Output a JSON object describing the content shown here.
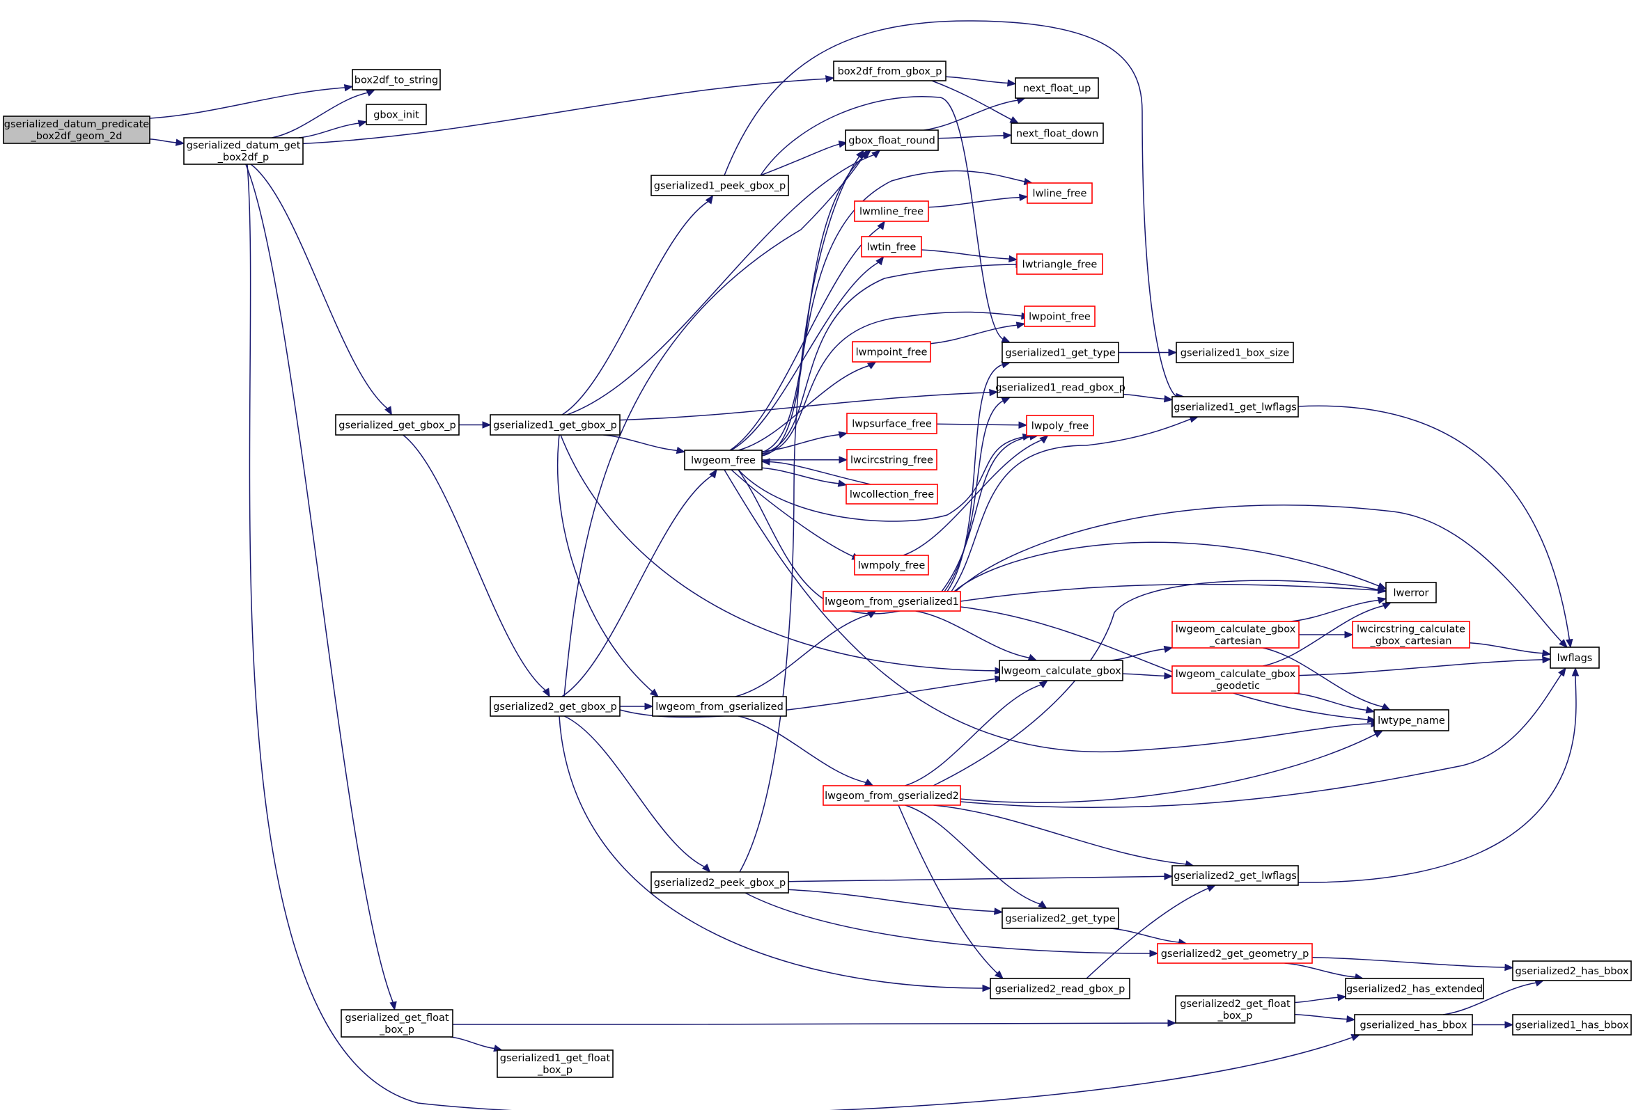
{
  "diagram": {
    "colors": {
      "edge": "#191970",
      "node_border": "#000000",
      "node_border_truncated": "#ff0000",
      "root_fill": "#bfbfbf",
      "node_fill": "#ffffff"
    },
    "nodes": [
      {
        "id": "root",
        "lines": [
          "gserialized_datum_predicate",
          "_box2df_geom_2d"
        ],
        "root": true
      },
      {
        "id": "box2df_to_string",
        "lines": [
          "box2df_to_string"
        ]
      },
      {
        "id": "gserialized_datum_get_box2df_p",
        "lines": [
          "gserialized_datum_get",
          "_box2df_p"
        ]
      },
      {
        "id": "gbox_init",
        "lines": [
          "gbox_init"
        ]
      },
      {
        "id": "box2df_from_gbox_p",
        "lines": [
          "box2df_from_gbox_p"
        ]
      },
      {
        "id": "next_float_up",
        "lines": [
          "next_float_up"
        ]
      },
      {
        "id": "next_float_down",
        "lines": [
          "next_float_down"
        ]
      },
      {
        "id": "gbox_float_round",
        "lines": [
          "gbox_float_round"
        ]
      },
      {
        "id": "gserialized1_peek_gbox_p",
        "lines": [
          "gserialized1_peek_gbox_p"
        ]
      },
      {
        "id": "lwline_free",
        "lines": [
          "lwline_free"
        ],
        "truncated": true
      },
      {
        "id": "lwmline_free",
        "lines": [
          "lwmline_free"
        ],
        "truncated": true
      },
      {
        "id": "lwtin_free",
        "lines": [
          "lwtin_free"
        ],
        "truncated": true
      },
      {
        "id": "lwtriangle_free",
        "lines": [
          "lwtriangle_free"
        ],
        "truncated": true
      },
      {
        "id": "lwpoint_free",
        "lines": [
          "lwpoint_free"
        ],
        "truncated": true
      },
      {
        "id": "lwmpoint_free",
        "lines": [
          "lwmpoint_free"
        ],
        "truncated": true
      },
      {
        "id": "gserialized1_get_type",
        "lines": [
          "gserialized1_get_type"
        ]
      },
      {
        "id": "gserialized1_box_size",
        "lines": [
          "gserialized1_box_size"
        ]
      },
      {
        "id": "gserialized1_read_gbox_p",
        "lines": [
          "gserialized1_read_gbox_p"
        ]
      },
      {
        "id": "gserialized1_get_lwflags",
        "lines": [
          "gserialized1_get_lwflags"
        ]
      },
      {
        "id": "gserialized_get_gbox_p",
        "lines": [
          "gserialized_get_gbox_p"
        ]
      },
      {
        "id": "gserialized1_get_gbox_p",
        "lines": [
          "gserialized1_get_gbox_p"
        ]
      },
      {
        "id": "lwpsurface_free",
        "lines": [
          "lwpsurface_free"
        ],
        "truncated": true
      },
      {
        "id": "lwpoly_free",
        "lines": [
          "lwpoly_free"
        ],
        "truncated": true
      },
      {
        "id": "lwgeom_free",
        "lines": [
          "lwgeom_free"
        ]
      },
      {
        "id": "lwcircstring_free",
        "lines": [
          "lwcircstring_free"
        ],
        "truncated": true
      },
      {
        "id": "lwcollection_free",
        "lines": [
          "lwcollection_free"
        ],
        "truncated": true
      },
      {
        "id": "lwmpoly_free",
        "lines": [
          "lwmpoly_free"
        ],
        "truncated": true
      },
      {
        "id": "lwgeom_from_gserialized1",
        "lines": [
          "lwgeom_from_gserialized1"
        ],
        "truncated": true
      },
      {
        "id": "lwerror",
        "lines": [
          "lwerror"
        ]
      },
      {
        "id": "lwgeom_calculate_gbox_cartesian",
        "lines": [
          "lwgeom_calculate_gbox",
          "_cartesian"
        ],
        "truncated": true
      },
      {
        "id": "lwcircstring_calculate_gbox_cartesian",
        "lines": [
          "lwcircstring_calculate",
          "_gbox_cartesian"
        ],
        "truncated": true
      },
      {
        "id": "lwflags",
        "lines": [
          "lwflags"
        ]
      },
      {
        "id": "lwgeom_calculate_gbox",
        "lines": [
          "lwgeom_calculate_gbox"
        ]
      },
      {
        "id": "lwgeom_calculate_gbox_geodetic",
        "lines": [
          "lwgeom_calculate_gbox",
          "_geodetic"
        ],
        "truncated": true
      },
      {
        "id": "gserialized2_get_gbox_p",
        "lines": [
          "gserialized2_get_gbox_p"
        ]
      },
      {
        "id": "lwgeom_from_gserialized",
        "lines": [
          "lwgeom_from_gserialized"
        ]
      },
      {
        "id": "lwtype_name",
        "lines": [
          "lwtype_name"
        ]
      },
      {
        "id": "lwgeom_from_gserialized2",
        "lines": [
          "lwgeom_from_gserialized2"
        ],
        "truncated": true
      },
      {
        "id": "gserialized2_peek_gbox_p",
        "lines": [
          "gserialized2_peek_gbox_p"
        ]
      },
      {
        "id": "gserialized2_get_lwflags",
        "lines": [
          "gserialized2_get_lwflags"
        ]
      },
      {
        "id": "gserialized2_get_type",
        "lines": [
          "gserialized2_get_type"
        ]
      },
      {
        "id": "gserialized2_get_geometry_p",
        "lines": [
          "gserialized2_get_geometry_p"
        ],
        "truncated": true
      },
      {
        "id": "gserialized2_has_bbox",
        "lines": [
          "gserialized2_has_bbox"
        ]
      },
      {
        "id": "gserialized2_has_extended",
        "lines": [
          "gserialized2_has_extended"
        ]
      },
      {
        "id": "gserialized2_read_gbox_p",
        "lines": [
          "gserialized2_read_gbox_p"
        ]
      },
      {
        "id": "gserialized2_get_float_box_p",
        "lines": [
          "gserialized2_get_float",
          "_box_p"
        ]
      },
      {
        "id": "gserialized_get_float_box_p",
        "lines": [
          "gserialized_get_float",
          "_box_p"
        ]
      },
      {
        "id": "gserialized_has_bbox",
        "lines": [
          "gserialized_has_bbox"
        ]
      },
      {
        "id": "gserialized1_has_bbox",
        "lines": [
          "gserialized1_has_bbox"
        ]
      },
      {
        "id": "gserialized1_get_float_box_p",
        "lines": [
          "gserialized1_get_float",
          "_box_p"
        ]
      }
    ],
    "edges": [
      [
        "root",
        "box2df_to_string"
      ],
      [
        "root",
        "gserialized_datum_get_box2df_p"
      ],
      [
        "gserialized_datum_get_box2df_p",
        "box2df_to_string"
      ],
      [
        "gserialized_datum_get_box2df_p",
        "gbox_init"
      ],
      [
        "gserialized_datum_get_box2df_p",
        "box2df_from_gbox_p"
      ],
      [
        "gserialized_datum_get_box2df_p",
        "gserialized_get_gbox_p"
      ],
      [
        "gserialized_datum_get_box2df_p",
        "gserialized_get_float_box_p"
      ],
      [
        "gserialized_datum_get_box2df_p",
        "gserialized_has_bbox"
      ],
      [
        "box2df_from_gbox_p",
        "next_float_up"
      ],
      [
        "box2df_from_gbox_p",
        "next_float_down"
      ],
      [
        "gbox_float_round",
        "next_float_up"
      ],
      [
        "gbox_float_round",
        "next_float_down"
      ],
      [
        "gserialized1_peek_gbox_p",
        "gbox_float_round"
      ],
      [
        "gserialized1_peek_gbox_p",
        "gserialized1_get_lwflags"
      ],
      [
        "gserialized1_peek_gbox_p",
        "gserialized1_get_type"
      ],
      [
        "gserialized_get_gbox_p",
        "gserialized1_get_gbox_p"
      ],
      [
        "gserialized_get_gbox_p",
        "gserialized2_get_gbox_p"
      ],
      [
        "gserialized1_get_gbox_p",
        "gserialized1_peek_gbox_p"
      ],
      [
        "gserialized1_get_gbox_p",
        "gbox_float_round"
      ],
      [
        "gserialized1_get_gbox_p",
        "gserialized1_read_gbox_p"
      ],
      [
        "gserialized1_get_gbox_p",
        "lwgeom_free"
      ],
      [
        "gserialized1_get_gbox_p",
        "lwgeom_calculate_gbox"
      ],
      [
        "gserialized1_get_gbox_p",
        "lwgeom_from_gserialized"
      ],
      [
        "gserialized1_get_type",
        "gserialized1_box_size"
      ],
      [
        "gserialized1_read_gbox_p",
        "gserialized1_get_lwflags"
      ],
      [
        "gserialized1_get_lwflags",
        "lwflags"
      ],
      [
        "lwmline_free",
        "lwline_free"
      ],
      [
        "lwtin_free",
        "lwtriangle_free"
      ],
      [
        "lwmpoint_free",
        "lwpoint_free"
      ],
      [
        "lwpsurface_free",
        "lwpoly_free"
      ],
      [
        "lwmpoly_free",
        "lwpoly_free"
      ],
      [
        "lwgeom_free",
        "gbox_float_round"
      ],
      [
        "lwgeom_free",
        "lwline_free"
      ],
      [
        "lwgeom_free",
        "lwmline_free"
      ],
      [
        "lwgeom_free",
        "lwtin_free"
      ],
      [
        "lwgeom_free",
        "lwtriangle_free"
      ],
      [
        "lwgeom_free",
        "lwpoint_free"
      ],
      [
        "lwgeom_free",
        "lwmpoint_free"
      ],
      [
        "lwgeom_free",
        "lwpsurface_free"
      ],
      [
        "lwgeom_free",
        "lwpoly_free"
      ],
      [
        "lwgeom_free",
        "lwcircstring_free"
      ],
      [
        "lwgeom_free",
        "lwcollection_free"
      ],
      [
        "lwgeom_free",
        "lwmpoly_free"
      ],
      [
        "lwgeom_free",
        "lwerror"
      ],
      [
        "lwgeom_free",
        "lwtype_name"
      ],
      [
        "lwcollection_free",
        "lwgeom_free"
      ],
      [
        "lwgeom_from_gserialized1",
        "gserialized1_get_type"
      ],
      [
        "lwgeom_from_gserialized1",
        "gserialized1_read_gbox_p"
      ],
      [
        "lwgeom_from_gserialized1",
        "gserialized1_get_lwflags"
      ],
      [
        "lwgeom_from_gserialized1",
        "lwpoly_free"
      ],
      [
        "lwgeom_from_gserialized1",
        "lwerror"
      ],
      [
        "lwgeom_from_gserialized1",
        "lwflags"
      ],
      [
        "lwgeom_from_gserialized1",
        "lwgeom_calculate_gbox"
      ],
      [
        "lwgeom_from_gserialized1",
        "lwtype_name"
      ],
      [
        "lwgeom_calculate_gbox",
        "lwgeom_calculate_gbox_cartesian"
      ],
      [
        "lwgeom_calculate_gbox",
        "lwgeom_calculate_gbox_geodetic"
      ],
      [
        "lwgeom_calculate_gbox_cartesian",
        "lwerror"
      ],
      [
        "lwgeom_calculate_gbox_cartesian",
        "lwcircstring_calculate_gbox_cartesian"
      ],
      [
        "lwgeom_calculate_gbox_cartesian",
        "lwtype_name"
      ],
      [
        "lwcircstring_calculate_gbox_cartesian",
        "lwflags"
      ],
      [
        "lwgeom_calculate_gbox_geodetic",
        "lwerror"
      ],
      [
        "lwgeom_calculate_gbox_geodetic",
        "lwflags"
      ],
      [
        "lwgeom_calculate_gbox_geodetic",
        "lwtype_name"
      ],
      [
        "gserialized2_get_gbox_p",
        "gbox_float_round"
      ],
      [
        "gserialized2_get_gbox_p",
        "lwgeom_free"
      ],
      [
        "gserialized2_get_gbox_p",
        "lwgeom_from_gserialized"
      ],
      [
        "gserialized2_get_gbox_p",
        "lwgeom_calculate_gbox"
      ],
      [
        "gserialized2_get_gbox_p",
        "gserialized2_peek_gbox_p"
      ],
      [
        "gserialized2_get_gbox_p",
        "gserialized2_read_gbox_p"
      ],
      [
        "lwgeom_from_gserialized",
        "lwgeom_from_gserialized1"
      ],
      [
        "lwgeom_from_gserialized",
        "lwgeom_from_gserialized2"
      ],
      [
        "lwgeom_from_gserialized2",
        "lwgeom_calculate_gbox"
      ],
      [
        "lwgeom_from_gserialized2",
        "lwerror"
      ],
      [
        "lwgeom_from_gserialized2",
        "lwtype_name"
      ],
      [
        "lwgeom_from_gserialized2",
        "lwflags"
      ],
      [
        "lwgeom_from_gserialized2",
        "gserialized2_get_lwflags"
      ],
      [
        "lwgeom_from_gserialized2",
        "gserialized2_get_type"
      ],
      [
        "lwgeom_from_gserialized2",
        "gserialized2_read_gbox_p"
      ],
      [
        "gserialized2_peek_gbox_p",
        "gbox_float_round"
      ],
      [
        "gserialized2_peek_gbox_p",
        "gserialized2_get_lwflags"
      ],
      [
        "gserialized2_peek_gbox_p",
        "gserialized2_get_type"
      ],
      [
        "gserialized2_peek_gbox_p",
        "gserialized2_get_geometry_p"
      ],
      [
        "gserialized2_get_lwflags",
        "lwflags"
      ],
      [
        "gserialized2_get_type",
        "gserialized2_get_geometry_p"
      ],
      [
        "gserialized2_get_geometry_p",
        "gserialized2_has_bbox"
      ],
      [
        "gserialized2_get_geometry_p",
        "gserialized2_has_extended"
      ],
      [
        "gserialized2_read_gbox_p",
        "gserialized2_get_lwflags"
      ],
      [
        "gserialized2_get_float_box_p",
        "gserialized2_has_extended"
      ],
      [
        "gserialized2_get_float_box_p",
        "gserialized_has_bbox"
      ],
      [
        "gserialized_get_float_box_p",
        "gserialized2_get_float_box_p"
      ],
      [
        "gserialized_get_float_box_p",
        "gserialized1_get_float_box_p"
      ],
      [
        "gserialized_has_bbox",
        "gserialized2_has_bbox"
      ],
      [
        "gserialized_has_bbox",
        "gserialized1_has_bbox"
      ]
    ]
  }
}
